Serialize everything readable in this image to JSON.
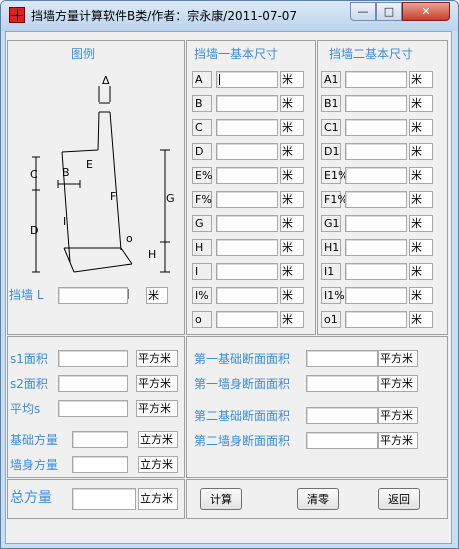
{
  "window": {
    "title": "挡墙方量计算软件B类/作者：宗永康/2011-07-07",
    "min_glyph": "—",
    "max_glyph": "□",
    "close_glyph": "✕"
  },
  "figure": {
    "title": "图例",
    "labels": {
      "delta": "Δ",
      "C": "C",
      "B": "B",
      "E": "E",
      "F": "F",
      "G": "G",
      "D": "D",
      "I": "I",
      "O": "o",
      "H": "H"
    },
    "length_label": "挡墙 L",
    "length_unit": "米"
  },
  "wall1": {
    "title": "挡墙一基本尺寸",
    "rows": [
      {
        "label": "A",
        "unit": "米"
      },
      {
        "label": "B",
        "unit": "米"
      },
      {
        "label": "C",
        "unit": "米"
      },
      {
        "label": "D",
        "unit": "米"
      },
      {
        "label": "E%",
        "unit": "米"
      },
      {
        "label": "F%",
        "unit": "米"
      },
      {
        "label": "G",
        "unit": "米"
      },
      {
        "label": "H",
        "unit": "米"
      },
      {
        "label": "I",
        "unit": "米"
      },
      {
        "label": "I%",
        "unit": "米"
      },
      {
        "label": "o",
        "unit": "米"
      }
    ]
  },
  "wall2": {
    "title": "挡墙二基本尺寸",
    "rows": [
      {
        "label": "A1",
        "unit": "米"
      },
      {
        "label": "B1",
        "unit": "米"
      },
      {
        "label": "C1",
        "unit": "米"
      },
      {
        "label": "D1",
        "unit": "米"
      },
      {
        "label": "E1%",
        "unit": "米"
      },
      {
        "label": "F1%",
        "unit": "米"
      },
      {
        "label": "G1",
        "unit": "米"
      },
      {
        "label": "H1",
        "unit": "米"
      },
      {
        "label": "I1",
        "unit": "米"
      },
      {
        "label": "I1%",
        "unit": "米"
      },
      {
        "label": "o1",
        "unit": "米"
      }
    ]
  },
  "areas": {
    "s1": {
      "label": "s1面积",
      "unit": "平方米"
    },
    "s2": {
      "label": "s2面积",
      "unit": "平方米"
    },
    "avg": {
      "label": "平均s",
      "unit": "平方米"
    },
    "base_vol": {
      "label": "基础方量",
      "unit": "立方米"
    },
    "wall_vol": {
      "label": "墙身方量",
      "unit": "立方米"
    },
    "total_vol": {
      "label": "总方量",
      "unit": "立方米"
    }
  },
  "sections": {
    "base1": {
      "label": "第一基础断面面积",
      "unit": "平方米"
    },
    "wall1": {
      "label": "第一墙身断面面积",
      "unit": "平方米"
    },
    "base2": {
      "label": "第二基础断面面积",
      "unit": "平方米"
    },
    "wall2": {
      "label": "第二墙身断面面积",
      "unit": "平方米"
    }
  },
  "buttons": {
    "calc": "计算",
    "clear": "清零",
    "back": "返回"
  }
}
